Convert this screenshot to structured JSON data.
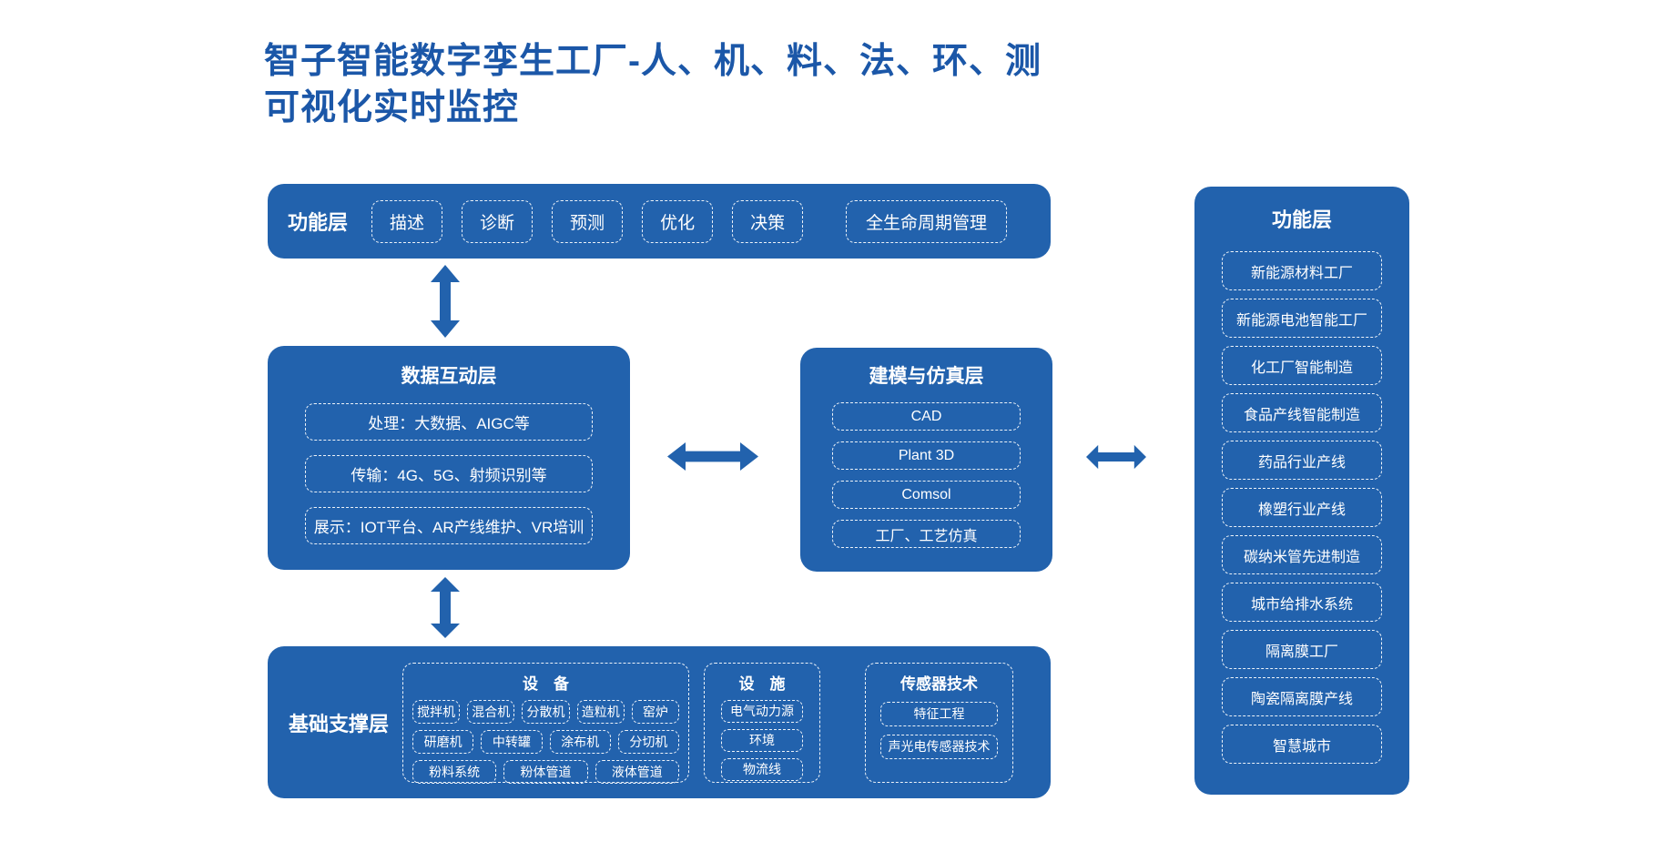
{
  "page": {
    "title_line1": "智子智能数字孪生工厂-人、机、料、法、环、测",
    "title_line2": "可视化实时监控"
  },
  "colors": {
    "primary_blue": "#2262ad",
    "title_blue": "#1b57a8",
    "text_on_blue": "#ffffff",
    "background": "#ffffff",
    "dashed_border": "rgba(255,255,255,0.92)"
  },
  "function_layer_top": {
    "label": "功能层",
    "items": [
      "描述",
      "诊断",
      "预测",
      "优化",
      "决策"
    ],
    "wide_item": "全生命周期管理"
  },
  "data_interaction_layer": {
    "title": "数据互动层",
    "items": [
      "处理：大数据、AIGC等",
      "传输：4G、5G、射频识别等",
      "展示：IOT平台、AR产线维护、VR培训"
    ]
  },
  "modeling_simulation_layer": {
    "title": "建模与仿真层",
    "items": [
      "CAD",
      "Plant 3D",
      "Comsol",
      "工厂、工艺仿真"
    ]
  },
  "base_support_layer": {
    "label": "基础支撑层",
    "equipment": {
      "title": "设　备",
      "row1": [
        "搅拌机",
        "混合机",
        "分散机",
        "造粒机",
        "窑炉"
      ],
      "row2": [
        "研磨机",
        "中转罐",
        "涂布机",
        "分切机"
      ],
      "row3": [
        "粉料系统",
        "粉体管道",
        "液体管道"
      ]
    },
    "facilities": {
      "title": "设　施",
      "items": [
        "电气动力源",
        "环境",
        "物流线"
      ]
    },
    "sensors": {
      "title": "传感器技术",
      "items": [
        "特征工程",
        "声光电传感器技术"
      ]
    }
  },
  "function_layer_right": {
    "title": "功能层",
    "items": [
      "新能源材料工厂",
      "新能源电池智能工厂",
      "化工厂智能制造",
      "食品产线智能制造",
      "药品行业产线",
      "橡塑行业产线",
      "碳纳米管先进制造",
      "城市给排水系统",
      "隔离膜工厂",
      "陶瓷隔离膜产线",
      "智慧城市"
    ]
  },
  "icons": {
    "top_to_data": "double-arrow-vertical",
    "data_to_base": "double-arrow-vertical",
    "data_to_model": "double-arrow-horizontal",
    "model_to_right": "double-arrow-horizontal"
  }
}
